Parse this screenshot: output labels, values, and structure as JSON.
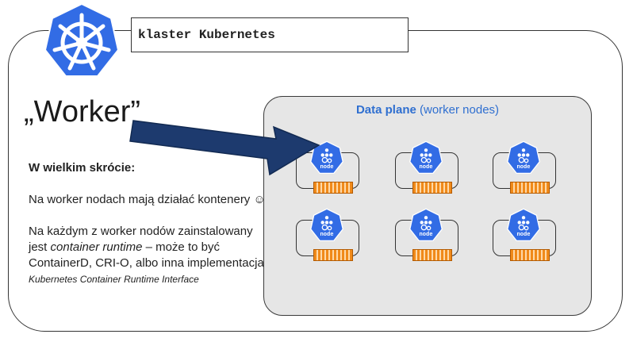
{
  "header": {
    "cluster_label": "klaster Kubernetes"
  },
  "title": "„Worker”",
  "notes": {
    "heading": "W wielkim skrócie:",
    "paragraph1": "Na worker nodach mają działać kontenery ☺",
    "p2_part1": "Na każdym z worker nodów zainstalowany jest ",
    "p2_italic": "container runtime",
    "p2_part2": " – może to być ContainerD, CRI-O, albo inna implementacja",
    "p2_small": "Kubernetes Container Runtime Interface"
  },
  "data_plane": {
    "title_bold": "Data plane",
    "title_rest": " (worker nodes)",
    "node_label": "node",
    "node_count": 6
  },
  "colors": {
    "kubernetes_blue": "#326ce5",
    "accent_blue": "#2f6fd0",
    "arrow_navy": "#1d3a6e",
    "container_orange": "#f08a1a"
  },
  "icons": [
    "kubernetes-helm-icon",
    "kubernetes-node-icon",
    "container-icon"
  ]
}
